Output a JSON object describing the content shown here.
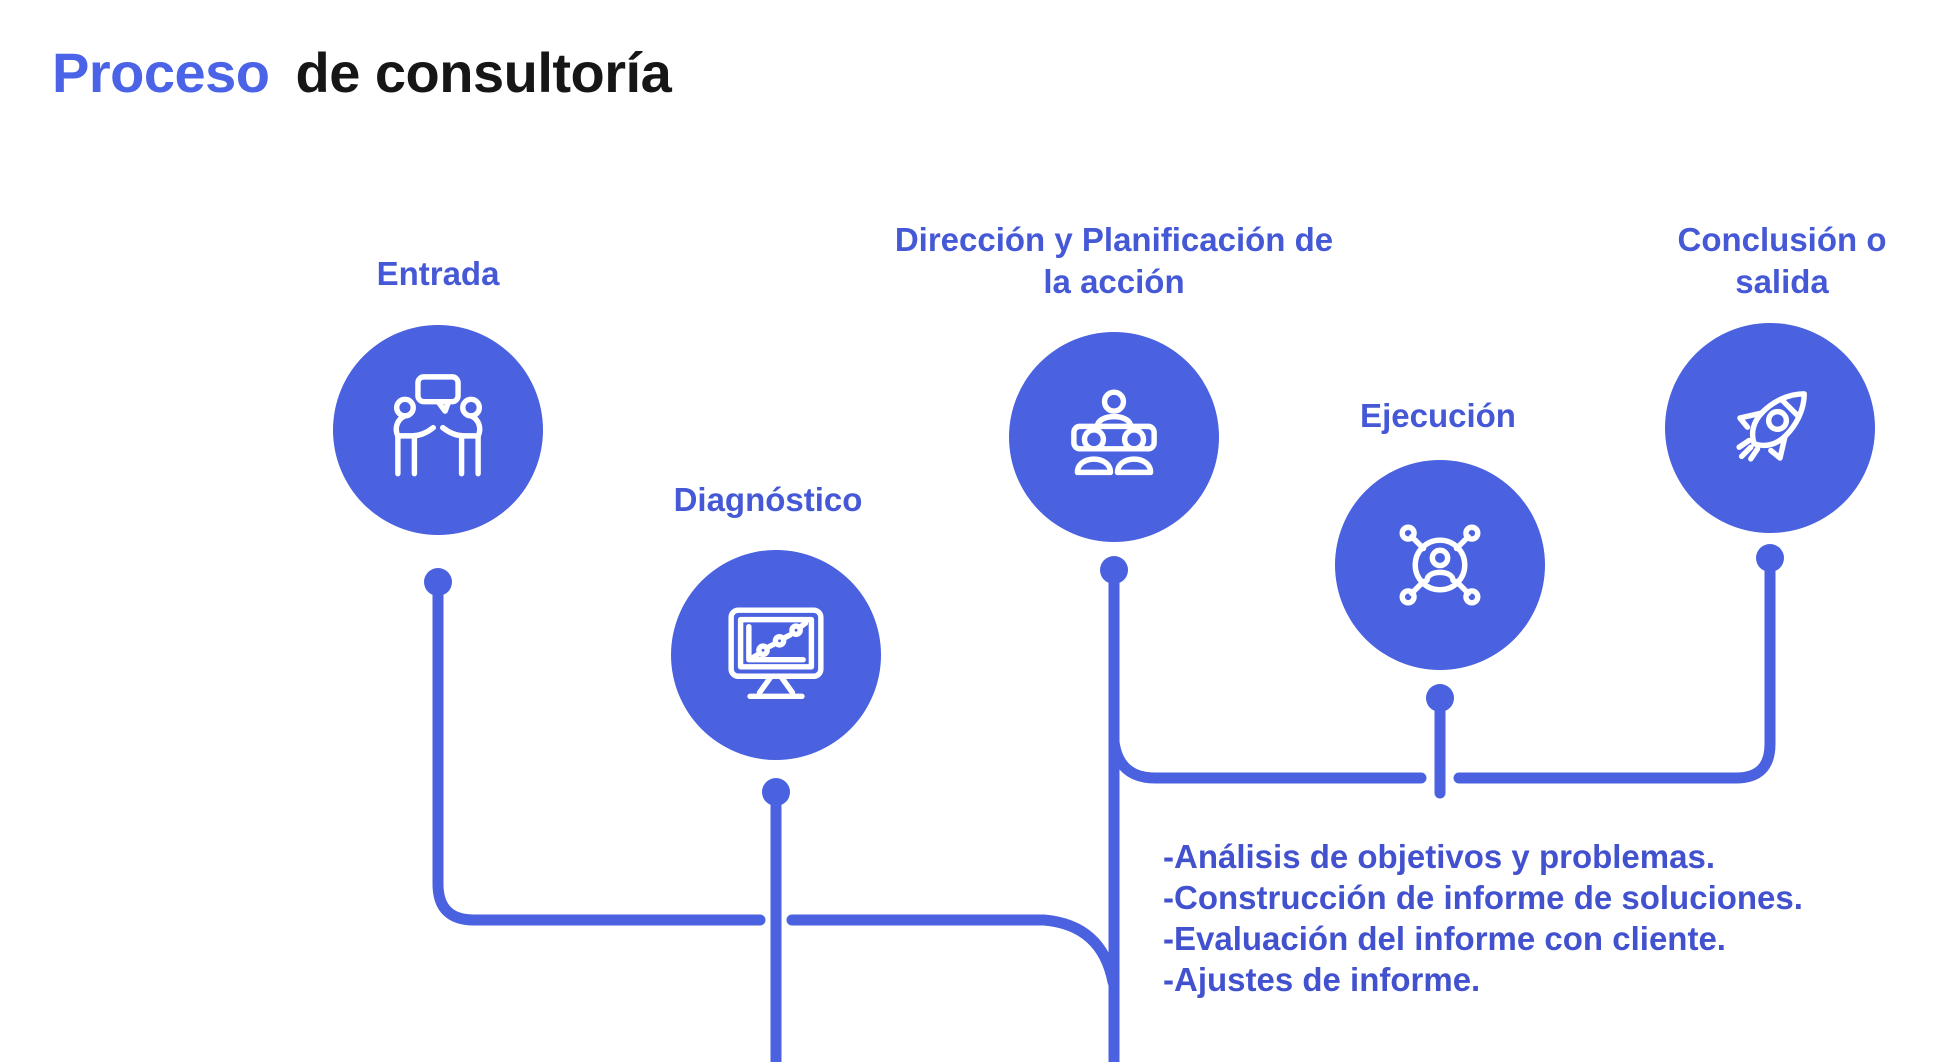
{
  "title": {
    "highlight": "Proceso",
    "rest": "de consultoría"
  },
  "colors": {
    "accent": "#4a61e0",
    "label_blue": "#4559d6",
    "bullet_blue": "#4252cf",
    "title_highlight": "#4b63e6",
    "title_rest": "#161616",
    "background": "#ffffff",
    "icon_stroke": "#ffffff"
  },
  "stages": [
    {
      "label": "Entrada",
      "icon": "interview-icon"
    },
    {
      "label": "Diagnóstico",
      "icon": "monitor-chart-icon"
    },
    {
      "label": "Dirección y Planificación de la acción",
      "icon": "meeting-icon"
    },
    {
      "label": "Ejecución",
      "icon": "network-person-icon"
    },
    {
      "label": "Conclusión o salida",
      "icon": "rocket-icon"
    }
  ],
  "notes": {
    "items": [
      "-Análisis de objetivos y problemas.",
      "-Construcción de informe de soluciones.",
      "-Evaluación del informe con cliente.",
      "-Ajustes de informe."
    ]
  }
}
